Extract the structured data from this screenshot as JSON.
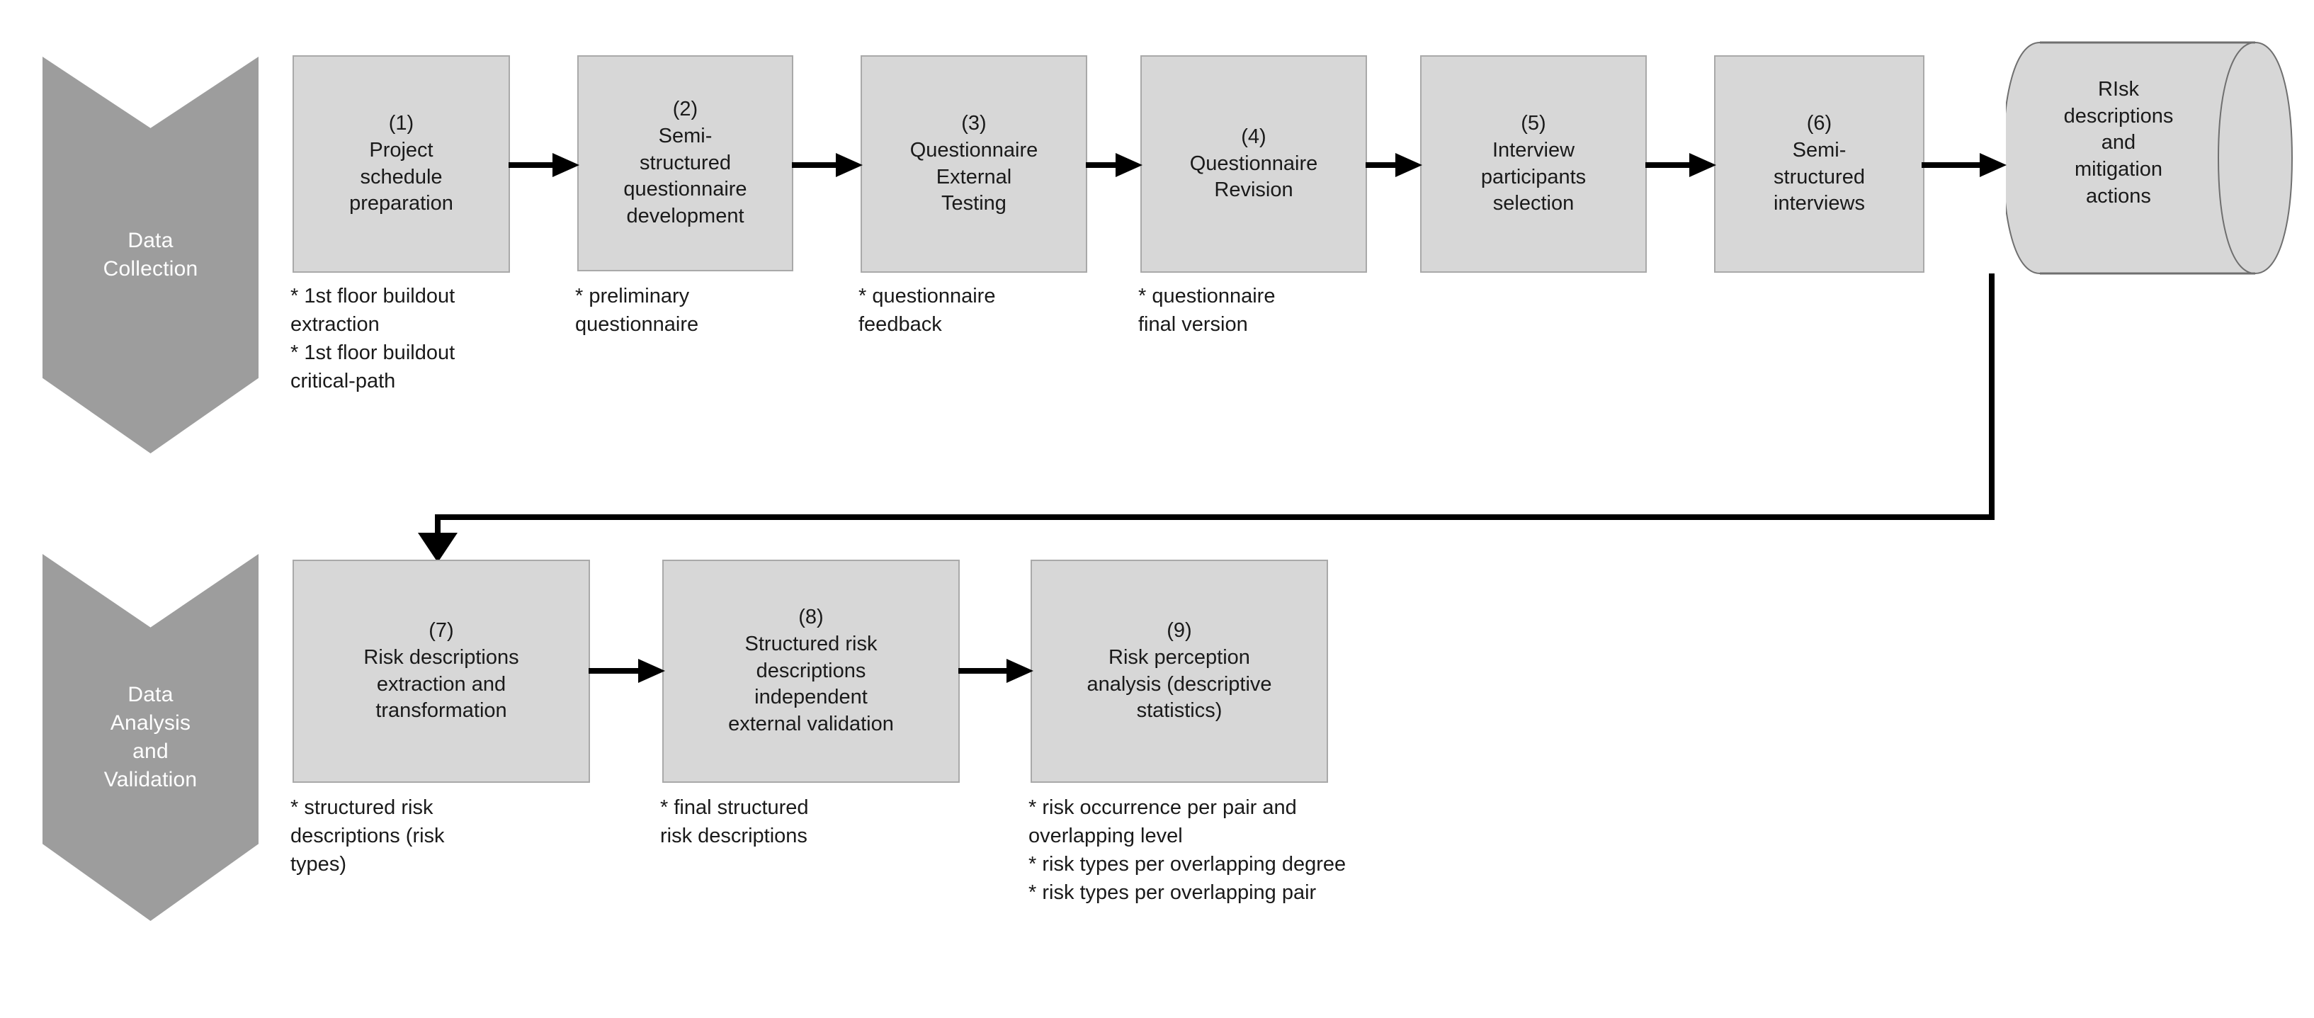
{
  "diagram": {
    "title": "Research methodology flowchart",
    "colors": {
      "phase_band": "#9d9d9d",
      "process_box": "#d7d7d7",
      "box_border": "#a9a9a9",
      "connector": "#000000",
      "text": "#1a1a1a",
      "band_text": "#ffffff",
      "background": "#ffffff"
    }
  },
  "phases": [
    {
      "id": "phase-data-collection",
      "label": "Data\nCollection"
    },
    {
      "id": "phase-data-analysis",
      "label": "Data\nAnalysis\nand\nValidation"
    }
  ],
  "steps": [
    {
      "number": "(1)",
      "label": "(1)\nProject\nschedule\npreparation",
      "title": "Project schedule preparation",
      "outputs": "* 1st floor buildout\nextraction\n* 1st floor buildout\ncritical-path"
    },
    {
      "number": "(2)",
      "label": "(2)\nSemi-\nstructured\nquestionnaire\ndevelopment",
      "title": "Semi-structured questionnaire development",
      "outputs": "* preliminary\nquestionnaire"
    },
    {
      "number": "(3)",
      "label": "(3)\nQuestionnaire\nExternal\nTesting",
      "title": "Questionnaire External Testing",
      "outputs": "* questionnaire\nfeedback"
    },
    {
      "number": "(4)",
      "label": "(4)\nQuestionnaire\nRevision",
      "title": "Questionnaire Revision",
      "outputs": "* questionnaire\nfinal version"
    },
    {
      "number": "(5)",
      "label": "(5)\nInterview\nparticipants\nselection",
      "title": "Interview participants selection",
      "outputs": ""
    },
    {
      "number": "(6)",
      "label": "(6)\nSemi-\nstructured\ninterviews",
      "title": "Semi-structured interviews",
      "outputs": ""
    },
    {
      "number": "(7)",
      "label": "(7)\nRisk descriptions\nextraction and\ntransformation",
      "title": "Risk descriptions extraction and transformation",
      "outputs": "* structured risk\ndescriptions (risk\ntypes)"
    },
    {
      "number": "(8)",
      "label": "(8)\nStructured risk\ndescriptions\nindependent\nexternal validation",
      "title": "Structured risk descriptions independent external validation",
      "outputs": "* final structured\nrisk descriptions"
    },
    {
      "number": "(9)",
      "label": "(9)\nRisk perception\nanalysis (descriptive\nstatistics)",
      "title": "Risk perception analysis (descriptive statistics)",
      "outputs": "* risk occurrence per pair and\noverlapping level\n* risk types per overlapping degree\n* risk types per overlapping pair"
    }
  ],
  "datastore": {
    "id": "risk-descriptions-datastore",
    "label": "RIsk\ndescriptions\nand\nmitigation\nactions"
  }
}
